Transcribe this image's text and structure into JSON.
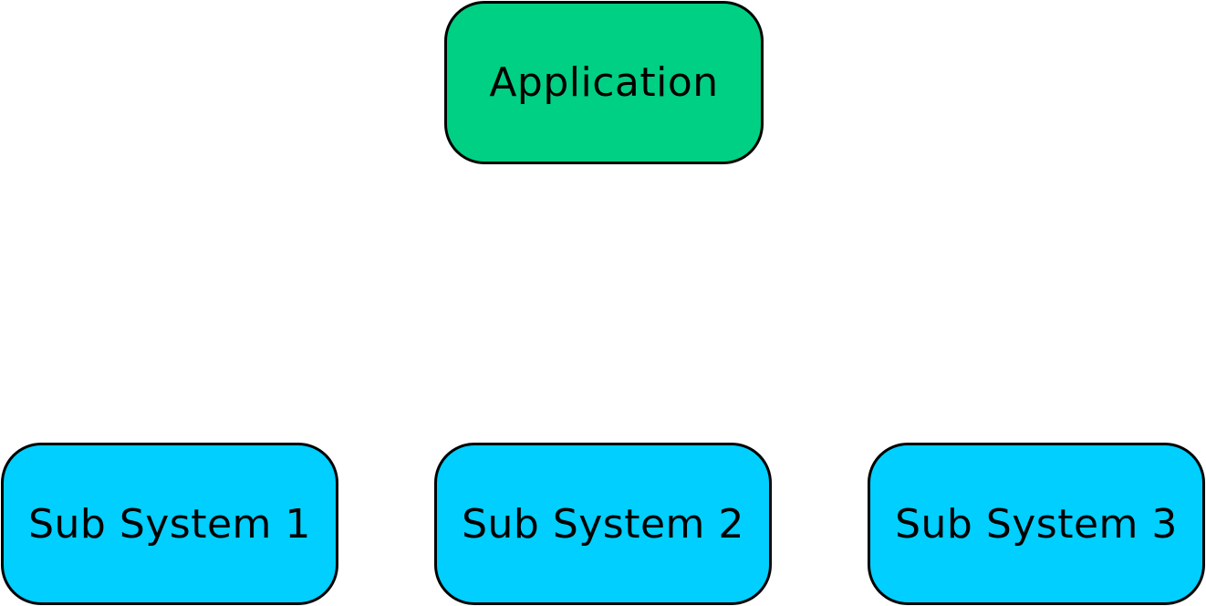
{
  "root": {
    "label": "Application",
    "color": "#00D084"
  },
  "subsystems": [
    {
      "label": "Sub System 1",
      "color": "#00CFFF"
    },
    {
      "label": "Sub System 2",
      "color": "#00CFFF"
    },
    {
      "label": "Sub System 3",
      "color": "#00CFFF"
    }
  ],
  "border_color": "#000000"
}
